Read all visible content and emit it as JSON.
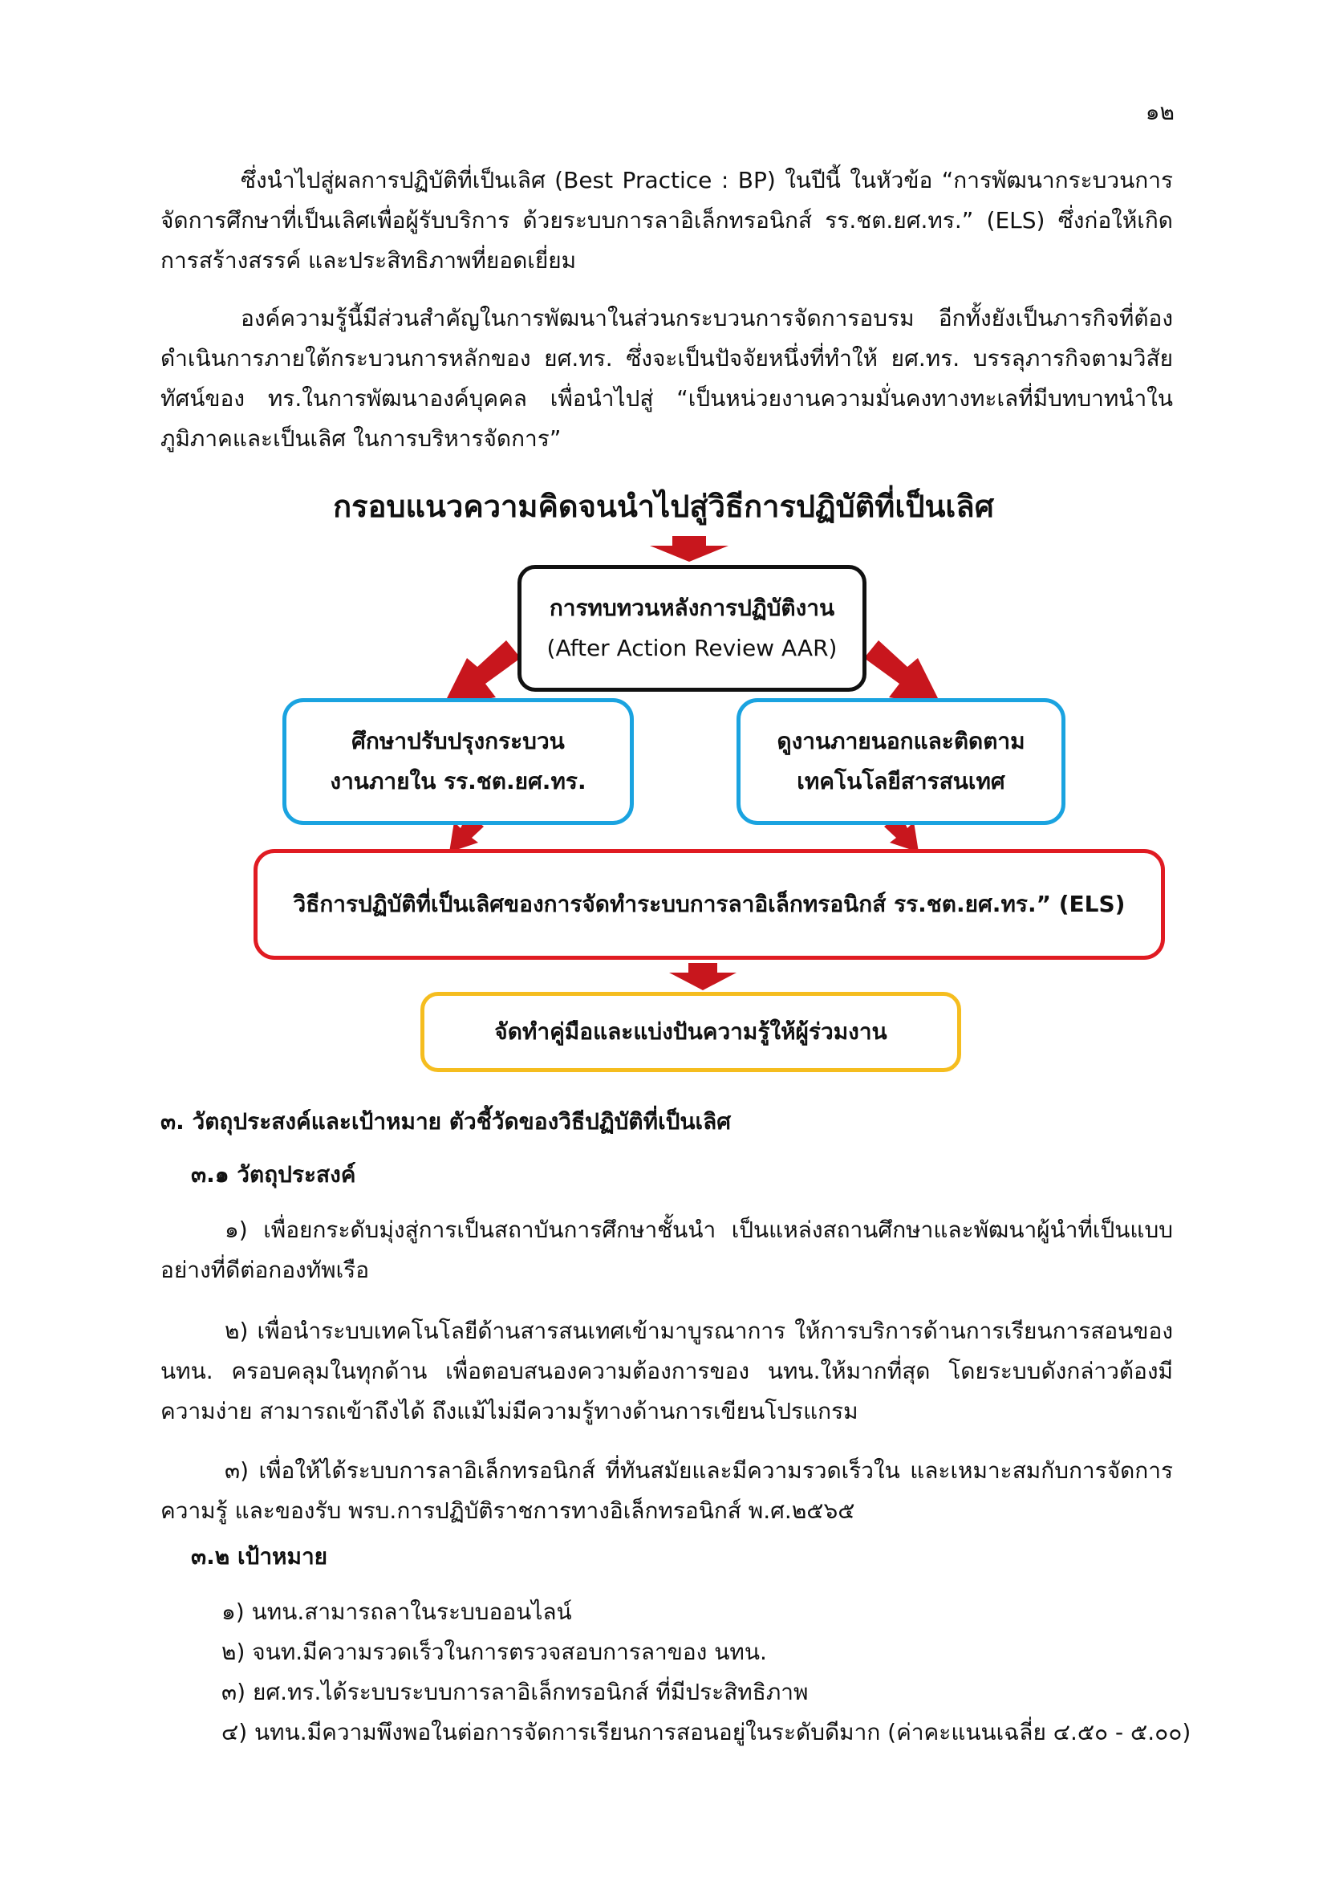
{
  "page_number": "๑๒",
  "intro_paragraphs": [
    "ซึ่งนำไปสู่ผลการปฏิบัติที่เป็นเลิศ (Best Practice : BP) ในปีนี้ ในหัวข้อ “การพัฒนากระบวนการจัดการศึกษาที่เป็นเลิศเพื่อผู้รับบริการ ด้วยระบบการลาอิเล็กทรอนิกส์ รร.ชต.ยศ.ทร.” (ELS) ซึ่งก่อให้เกิดการสร้างสรรค์ และประสิทธิภาพที่ยอดเยี่ยม",
    "องค์ความรู้นี้มีส่วนสำคัญในการพัฒนาในส่วนกระบวนการจัดการอบรม อีกทั้งยังเป็นภารกิจที่ต้องดำเนินการภายใต้กระบวนการหลักของ ยศ.ทร. ซึ่งจะเป็นปัจจัยหนึ่งที่ทำให้ ยศ.ทร. บรรลุภารกิจตามวิสัยทัศน์ของ ทร.ในการพัฒนาองค์บุคคล เพื่อนำไปสู่ “เป็นหน่วยงานความมั่นคงทางทะเลที่มีบทบาทนำในภูมิภาคและเป็นเลิศ ในการบริหารจัดการ”"
  ],
  "framework": {
    "title": "กรอบแนวความคิดจนนำไปสู่วิธีการปฏิบัติที่เป็นเลิศ",
    "aar_line1": "การทบทวนหลังการปฏิบัติงาน",
    "aar_line2": "(After Action Review AAR)",
    "internal_line1": "ศึกษาปรับปรุงกระบวน",
    "internal_line2": "งานภายใน รร.ชต.ยศ.ทร.",
    "external_line1": "ดูงานภายนอกและติดตาม",
    "external_line2": "เทคโนโลยีสารสนเทศ",
    "best_practice": "วิธีการปฏิบัติที่เป็นเลิศของการจัดทำระบบการลาอิเล็กทรอนิกส์ รร.ชต.ยศ.ทร.” (ELS)",
    "manual": "จัดทำคู่มือและแบ่งปันความรู้ให้ผู้ร่วมงาน",
    "colors": {
      "arrow": "#c8161d",
      "aar_border": "#111111",
      "blue_border": "#1aa3e0",
      "red_border": "#e01b22",
      "yellow_border": "#f5bd1f"
    }
  },
  "section3": {
    "heading": "๓. วัตถุประสงค์และเป้าหมาย ตัวชี้วัดของวิธีปฏิบัติที่เป็นเลิศ",
    "sub1_heading": "๓.๑ วัตถุประสงค์",
    "objectives": [
      "๑) เพื่อยกระดับมุ่งสู่การเป็นสถาบันการศึกษาชั้นนำ เป็นแหล่งสถานศึกษาและพัฒนาผู้นำที่เป็นแบบอย่างที่ดีต่อกองทัพเรือ",
      "๒) เพื่อนำระบบเทคโนโลยีด้านสารสนเทศเข้ามาบูรณาการ ให้การบริการด้านการเรียนการสอนของ นทน. ครอบคลุมในทุกด้าน เพื่อตอบสนองความต้องการของ นทน.ให้มากที่สุด โดยระบบดังกล่าวต้องมีความง่าย สามารถเข้าถึงได้ ถึงแม้ไม่มีความรู้ทางด้านการเขียนโปรแกรม",
      "๓) เพื่อให้ได้ระบบการลาอิเล็กทรอนิกส์ ที่ทันสมัยและมีความรวดเร็วใน และเหมาะสมกับการจัดการความรู้ และของรับ พรบ.การปฏิบัติราชการทางอิเล็กทรอนิกส์ พ.ศ.๒๕๖๕"
    ],
    "sub2_heading": "๓.๒ เป้าหมาย",
    "goals": [
      "๑) นทน.สามารถลาในระบบออนไลน์",
      "๒) จนท.มีความรวดเร็วในการตรวจสอบการลาของ นทน.",
      "๓) ยศ.ทร.ได้ระบบระบบการลาอิเล็กทรอนิกส์ ที่มีประสิทธิภาพ",
      "๔) นทน.มีความพึงพอในต่อการจัดการเรียนการสอนอยู่ในระดับดีมาก (ค่าคะแนนเฉลี่ย ๔.๕๐ - ๕.๐๐)"
    ]
  }
}
